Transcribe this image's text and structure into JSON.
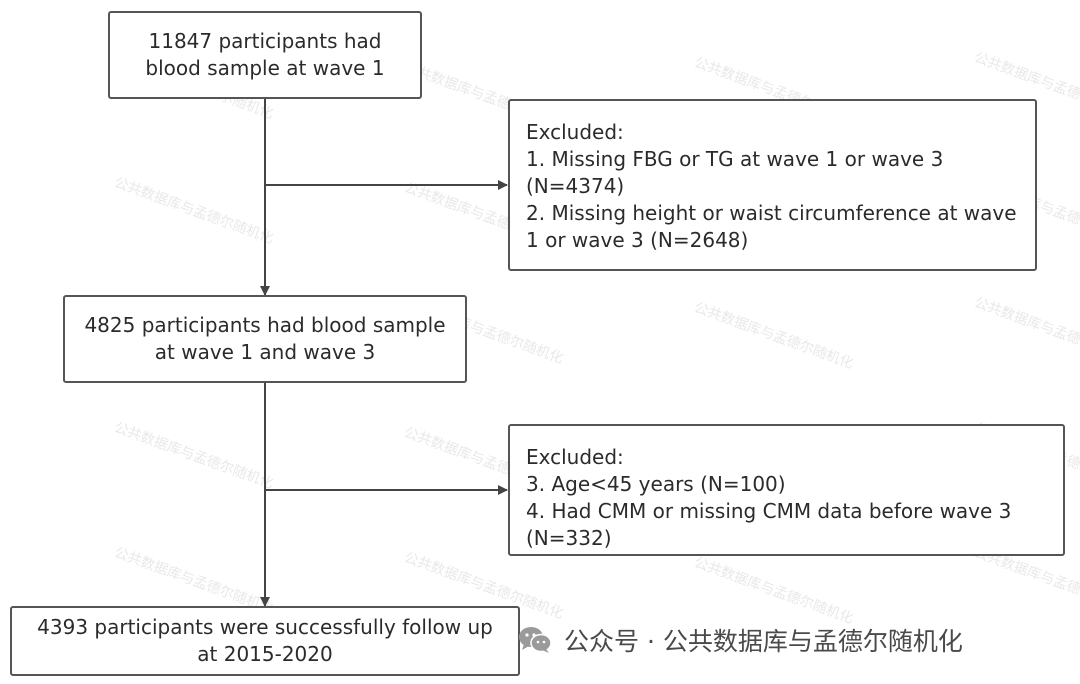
{
  "boxes": {
    "start": {
      "lines": [
        "11847 participants had",
        "blood sample at wave 1"
      ]
    },
    "excl1": {
      "heading": "Excluded:",
      "lines": [
        "1. Missing FBG or TG at wave 1 or wave 3",
        "(N=4374)",
        "2. Missing height or waist circumference at wave",
        "1 or wave 3 (N=2648)"
      ]
    },
    "mid": {
      "lines": [
        "4825 participants had blood sample",
        "at wave 1 and wave 3"
      ]
    },
    "excl2": {
      "heading": "Excluded:",
      "lines": [
        "3. Age<45 years (N=100)",
        "4. Had CMM or  missing CMM data before wave 3",
        "(N=332)"
      ]
    },
    "final": {
      "lines": [
        "4393 participants were successfully follow up",
        "at 2015-2020"
      ]
    }
  },
  "watermark": {
    "text": "公共数据库与孟德尔随机化",
    "color": "#969696"
  },
  "footer": {
    "icon": "wechat-icon",
    "label": "公众号 · 公共数据库与孟德尔随机化"
  },
  "colors": {
    "border": "#555555",
    "arrow": "#444444"
  }
}
